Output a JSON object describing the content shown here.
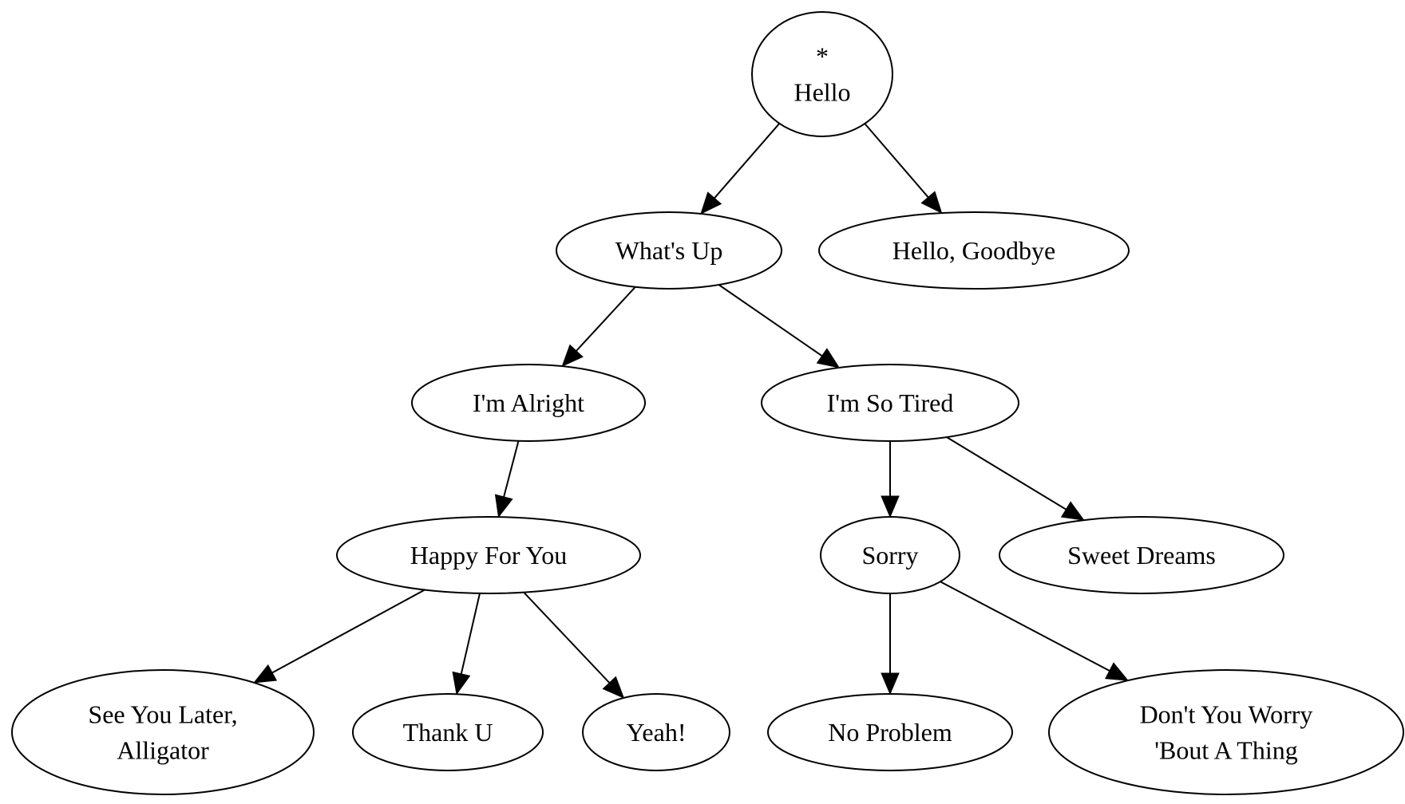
{
  "nodes": [
    {
      "id": "hello",
      "lines": [
        "*",
        "Hello"
      ]
    },
    {
      "id": "whats-up",
      "lines": [
        "What's Up"
      ]
    },
    {
      "id": "hello-goodbye",
      "lines": [
        "Hello, Goodbye"
      ]
    },
    {
      "id": "im-alright",
      "lines": [
        "I'm Alright"
      ]
    },
    {
      "id": "im-so-tired",
      "lines": [
        "I'm So Tired"
      ]
    },
    {
      "id": "happy-for-you",
      "lines": [
        "Happy For You"
      ]
    },
    {
      "id": "sorry",
      "lines": [
        "Sorry"
      ]
    },
    {
      "id": "sweet-dreams",
      "lines": [
        "Sweet Dreams"
      ]
    },
    {
      "id": "see-you-later",
      "lines": [
        "See You Later,",
        "Alligator"
      ]
    },
    {
      "id": "thank-u",
      "lines": [
        "Thank U"
      ]
    },
    {
      "id": "yeah",
      "lines": [
        "Yeah!"
      ]
    },
    {
      "id": "no-problem",
      "lines": [
        "No Problem"
      ]
    },
    {
      "id": "dont-you-worry",
      "lines": [
        "Don't You Worry",
        "'Bout A Thing"
      ]
    }
  ],
  "edges": [
    {
      "from": "hello",
      "to": "whats-up"
    },
    {
      "from": "hello",
      "to": "hello-goodbye"
    },
    {
      "from": "whats-up",
      "to": "im-alright"
    },
    {
      "from": "whats-up",
      "to": "im-so-tired"
    },
    {
      "from": "im-alright",
      "to": "happy-for-you"
    },
    {
      "from": "im-so-tired",
      "to": "sorry"
    },
    {
      "from": "im-so-tired",
      "to": "sweet-dreams"
    },
    {
      "from": "happy-for-you",
      "to": "see-you-later"
    },
    {
      "from": "happy-for-you",
      "to": "thank-u"
    },
    {
      "from": "happy-for-you",
      "to": "yeah"
    },
    {
      "from": "sorry",
      "to": "no-problem"
    },
    {
      "from": "sorry",
      "to": "dont-you-worry"
    }
  ],
  "colors": {
    "stroke": "#000000",
    "fill": "#ffffff",
    "text": "#000000"
  }
}
